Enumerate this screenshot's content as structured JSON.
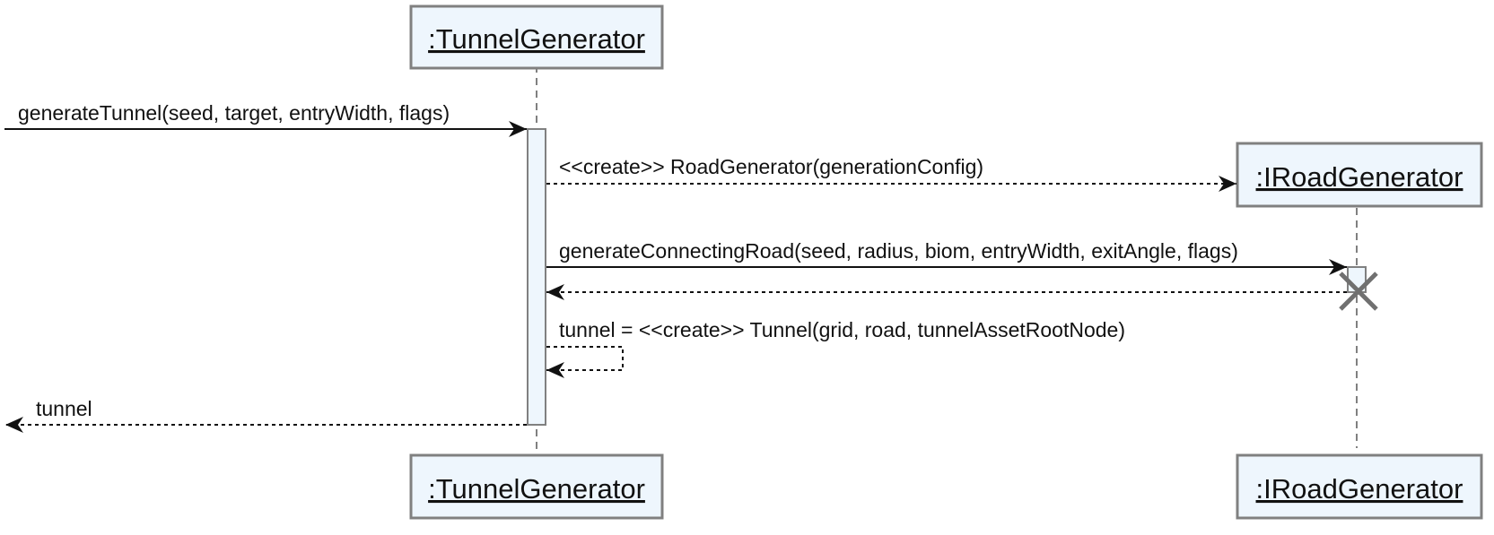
{
  "colors": {
    "box_fill": "#eef6fd",
    "box_stroke": "#808080",
    "line": "#111111",
    "lifeline": "#808080",
    "destroy_mark": "#707070"
  },
  "participants": {
    "tunnel_generator": {
      "label": ":TunnelGenerator"
    },
    "road_generator": {
      "label": ":IRoadGenerator"
    }
  },
  "messages": {
    "generate_tunnel": "generateTunnel(seed, target, entryWidth, flags)",
    "create_road_generator": "<<create>> RoadGenerator(generationConfig)",
    "generate_connecting_road": "generateConnectingRoad(seed, radius, biom, entryWidth, exitAngle, flags)",
    "create_tunnel": "tunnel = <<create>> Tunnel(grid, road, tunnelAssetRootNode)",
    "return_tunnel": "tunnel"
  }
}
